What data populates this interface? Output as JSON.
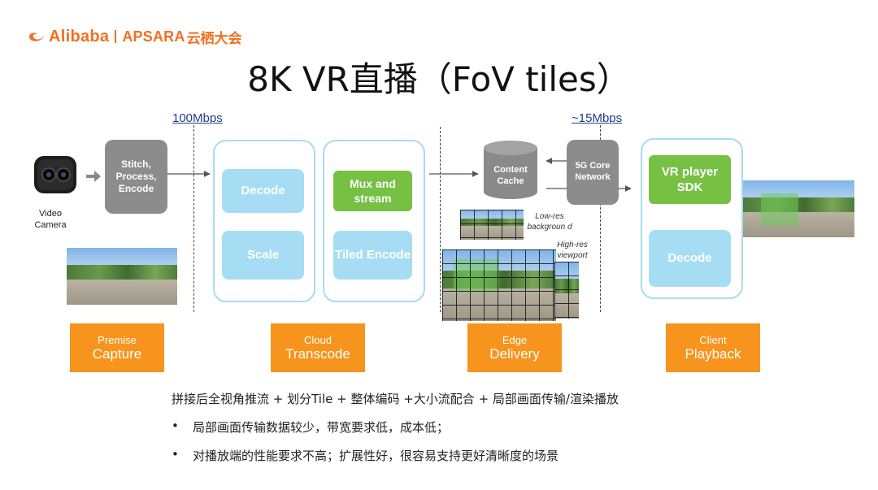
{
  "brand": {
    "alibaba": "Alibaba",
    "apsara": "APSARA",
    "yunqi": "云栖大会"
  },
  "title": "8K VR直播（FoV tiles）",
  "bandwidth": {
    "uplink": "100Mbps",
    "downlink": "~15Mbps"
  },
  "capture": {
    "camera_label": "Video Camera",
    "stitch_label": "Stitch, Process, Encode"
  },
  "transcode": {
    "decode": "Decode",
    "scale": "Scale",
    "mux": "Mux and stream",
    "tiled": "Tiled Encode"
  },
  "delivery": {
    "cache": "Content Cache",
    "network": "5G Core Network",
    "low_res": "Low-res backgroun d",
    "high_res": "High-res viewport"
  },
  "client": {
    "sdk": "VR player SDK",
    "decode": "Decode"
  },
  "stages": [
    {
      "small": "Premise",
      "large": "Capture"
    },
    {
      "small": "Cloud",
      "large": "Transcode"
    },
    {
      "small": "Edge",
      "large": "Delivery"
    },
    {
      "small": "Client",
      "large": "Playback"
    }
  ],
  "summary": {
    "lead": "拼接后全视角推流 + 划分Tile + 整体编码 +大小流配合 + 局部画面传输/渲染播放",
    "bullets": [
      "局部画面传输数据较少，带宽要求低，成本低；",
      "对播放端的性能要求不高；扩展性好，很容易支持更好清晰度的场景"
    ]
  },
  "colors": {
    "brand_orange": "#f36f21",
    "stage_orange": "#f7941d",
    "tile_blue": "#a6ddf5",
    "outline_blue": "#a8dcf0",
    "green": "#76c043",
    "gray": "#8c8c8c"
  }
}
